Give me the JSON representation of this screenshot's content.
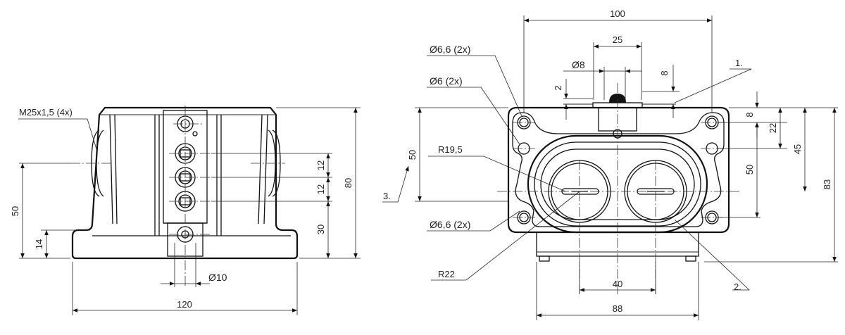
{
  "left_view": {
    "labels": {
      "thread": "M25x1,5 (4x)",
      "dim_120": "120",
      "dim_80": "80",
      "dim_50": "50",
      "dim_14": "14",
      "dim_30": "30",
      "dim_12a": "12",
      "dim_12b": "12",
      "dim_phi10": "Ø10"
    }
  },
  "right_view": {
    "labels": {
      "dim_100": "100",
      "dim_25": "25",
      "dim_phi8": "Ø8",
      "dim_8_top": "8",
      "dim_2": "2",
      "hole_66_top": "Ø6,6 (2x)",
      "hole_6": "Ø6 (2x)",
      "radius_195": "R19,5",
      "dim_50_left": "50",
      "callout_3": "3.",
      "hole_66_bottom": "Ø6,6 (2x)",
      "radius_22": "R22",
      "dim_40": "40",
      "dim_88": "88",
      "callout_1": "1.",
      "callout_2": "2.",
      "dim_8_right": "8",
      "dim_22": "22",
      "dim_45": "45",
      "dim_50_right": "50",
      "dim_83": "83"
    }
  }
}
